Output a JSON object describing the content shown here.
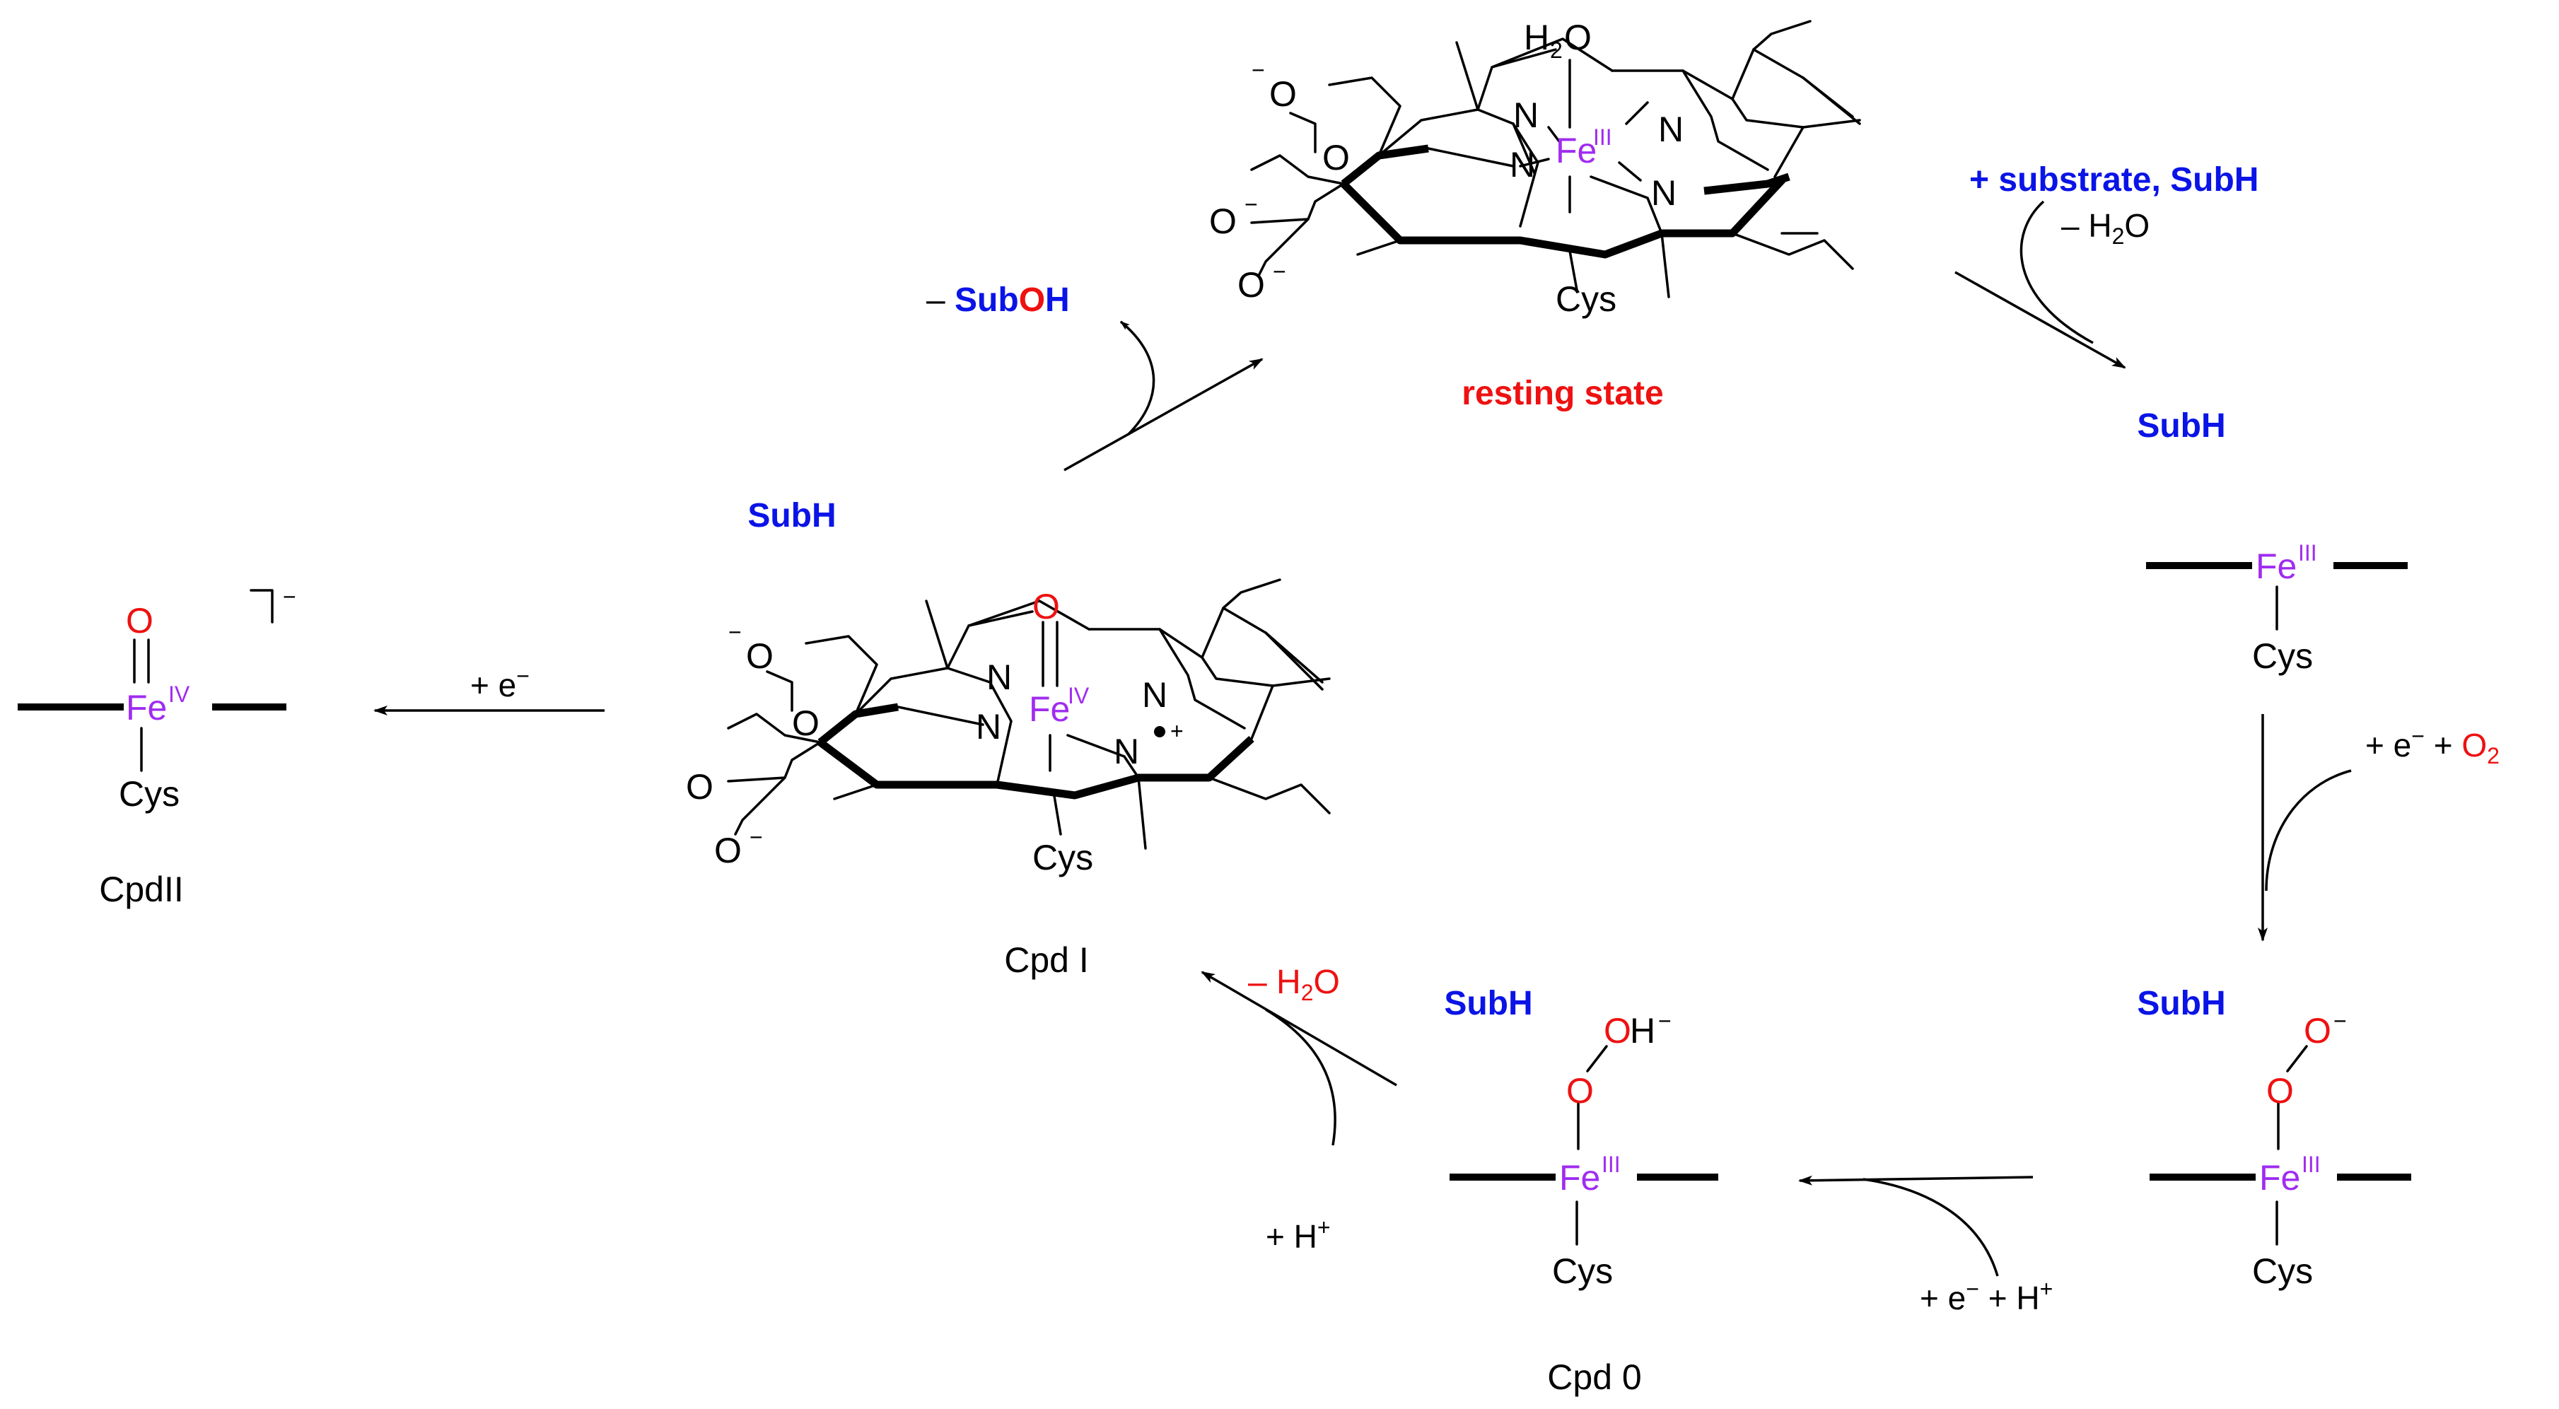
{
  "labels": {
    "resting_state": "resting state",
    "cpd_i": "Cpd I",
    "cpd_ii": "CpdII",
    "cpd_0": "Cpd 0"
  },
  "species": {
    "subh": "SubH",
    "cys": "Cys",
    "fe": "Fe",
    "ox_III": "III",
    "ox_IV": "IV",
    "o": "O",
    "n": "N",
    "h": "H",
    "h2o_h": "H",
    "h2o_2": "2",
    "h2o_o": "O",
    "minus": "−",
    "plus": "+",
    "charge_minus": "−",
    "bracket_charge": "−"
  },
  "steps": {
    "substrate_binding": {
      "prefix": "+ ",
      "main": "substrate, SubH",
      "loss": "– H",
      "loss_sub": "2",
      "loss_end": "O"
    },
    "reduction_o2": {
      "pre": "+ e",
      "mid": " + ",
      "o2": "O",
      "o2_sub": "2"
    },
    "reduction_proton": {
      "pre": "+ e",
      "mid": " + H"
    },
    "protonation": {
      "pre": "+ H"
    },
    "water_loss": {
      "dash": "– ",
      "h": "H",
      "sub": "2",
      "o": "O"
    },
    "product_release": {
      "dash": "– ",
      "sub": "Sub",
      "o": "O",
      "h": "H"
    },
    "cpd_ii_formation": {
      "pre": "+ e"
    }
  },
  "colors": {
    "substrate": "#0a14e6",
    "oxygen": "#ee1111",
    "iron": "#a02cf0",
    "bond": "#000000"
  }
}
